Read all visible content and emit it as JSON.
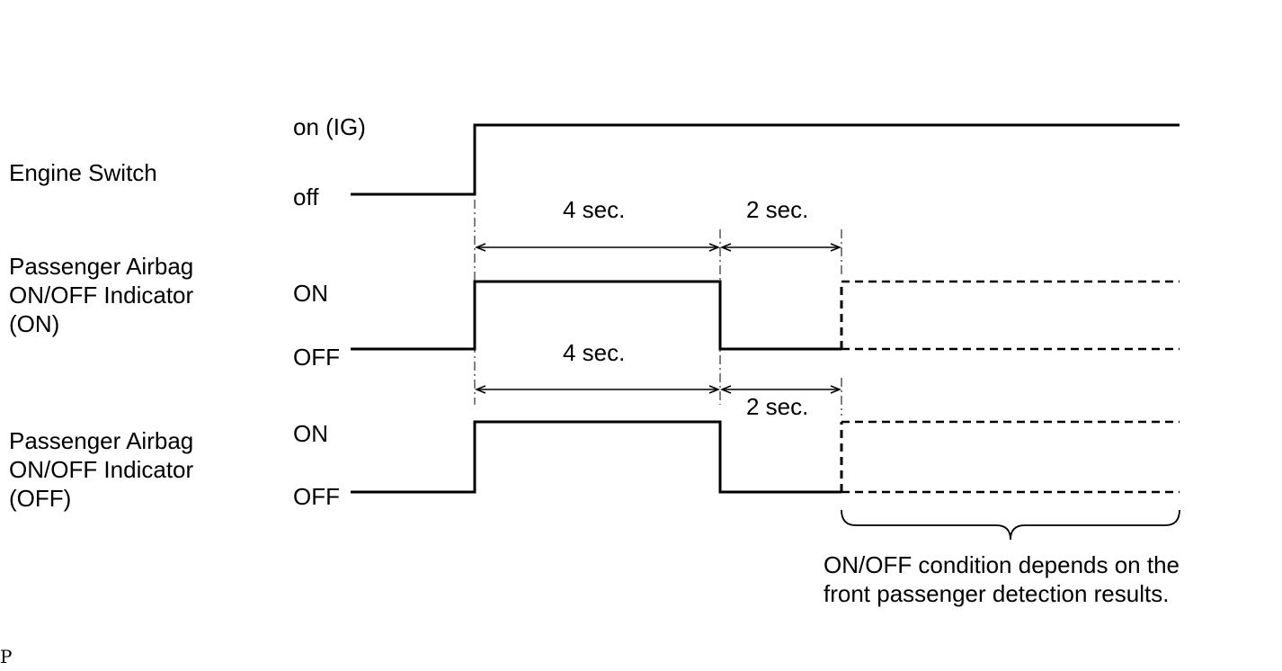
{
  "rows": {
    "engine": {
      "label_lines": [
        "Engine Switch"
      ],
      "high": "on (IG)",
      "low": "off"
    },
    "ind_on": {
      "label_lines": [
        "Passenger Airbag",
        "ON/OFF Indicator",
        "(ON)"
      ],
      "high": "ON",
      "low": "OFF"
    },
    "ind_off": {
      "label_lines": [
        "Passenger Airbag",
        "ON/OFF Indicator",
        "(OFF)"
      ],
      "high": "ON",
      "low": "OFF"
    }
  },
  "timing": {
    "on_row": {
      "first": "4 sec.",
      "second": "2 sec."
    },
    "off_row": {
      "first": "4 sec.",
      "second": "2 sec."
    }
  },
  "note_lines": [
    "ON/OFF condition depends on the",
    "front passenger detection results."
  ],
  "corner_mark": "P",
  "colors": {
    "line": "#000000",
    "background": "#ffffff"
  }
}
